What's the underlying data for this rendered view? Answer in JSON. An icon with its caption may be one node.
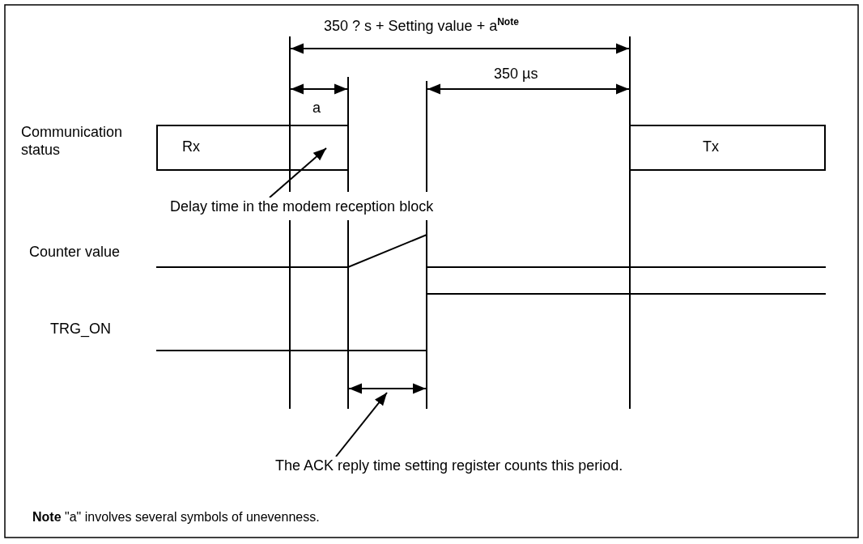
{
  "diagram": {
    "nodes": [
      {
        "text": [
          "Rx"
        ]
      },
      {
        "text": [
          "Tx"
        ]
      },
      {
        "text": [
          "Delay time in the modem reception block"
        ]
      },
      {
        "text": [
          "The ACK reply time setting register counts this period."
        ]
      }
    ],
    "edges": [
      {
        "from": 2,
        "to": 0,
        "arrow": "to"
      },
      {
        "from": 3,
        "to": null,
        "arrow": "to"
      }
    ],
    "labels": [
      "350 ? s + Setting value + a$^{Note}$",
      "350 µs",
      "a",
      "Communication status",
      "Counter value",
      "TRG_ON",
      "**Note**  \"a\" involves several symbols of unevenness."
    ]
  }
}
